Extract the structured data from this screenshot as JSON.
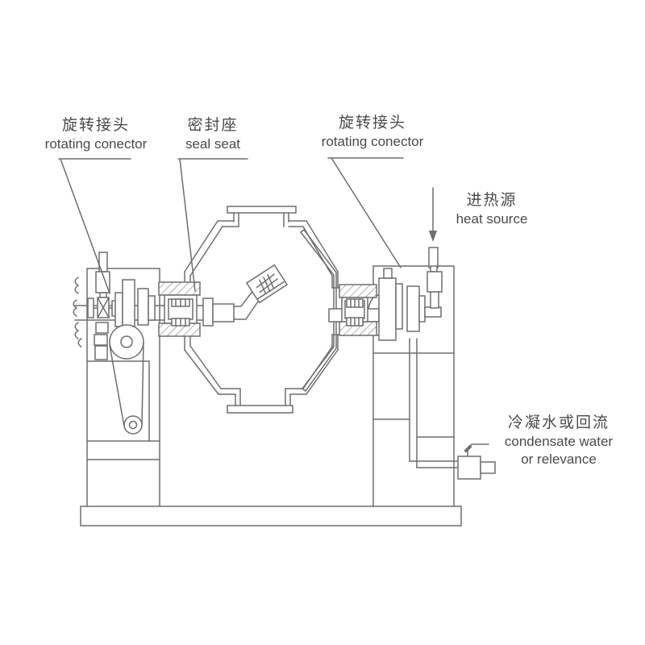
{
  "page": {
    "background": "#ffffff"
  },
  "colors": {
    "line": "#6e6e6e",
    "text": "#4a4a4a"
  },
  "labels": {
    "left_rotary_joint": {
      "zh": "旋转接头",
      "en": "rotating conector"
    },
    "seal_seat": {
      "zh": "密封座",
      "en": "seal seat"
    },
    "right_rotary_joint": {
      "zh": "旋转接头",
      "en": "rotating conector"
    },
    "heat_source": {
      "zh": "进热源",
      "en": "heat source"
    },
    "condensate": {
      "zh": "冷凝水或回流",
      "en_line1": "condensate water",
      "en_line2": "or relevance"
    }
  }
}
